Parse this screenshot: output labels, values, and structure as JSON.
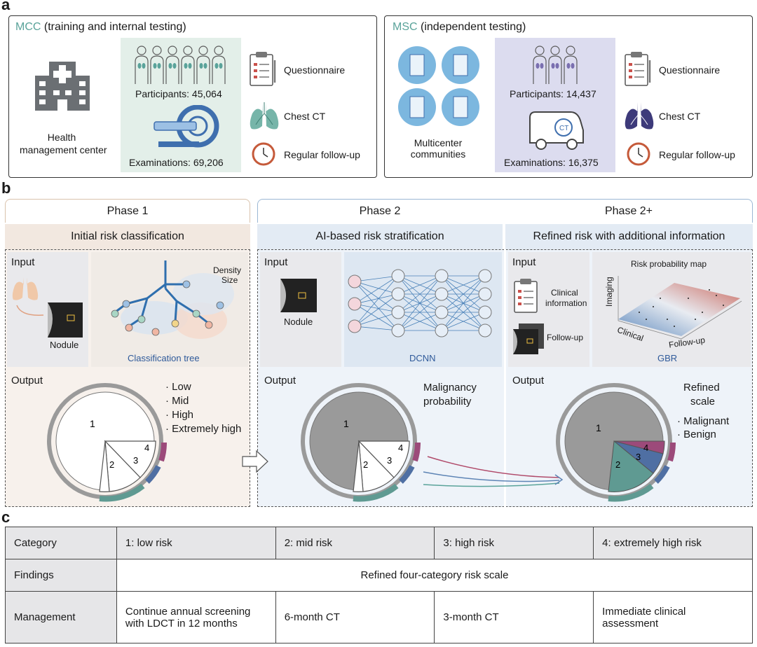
{
  "panel_a": {
    "letter": "a",
    "mcc": {
      "title_colored": "MCC",
      "title_rest": " (training and internal testing)",
      "center_label_1": "Health",
      "center_label_2": "management center",
      "participants": "Participants: 45,064",
      "examinations": "Examinations: 69,206",
      "questionnaire": "Questionnaire",
      "chest_ct": "Chest CT",
      "followup": "Regular follow-up"
    },
    "msc": {
      "title_colored": "MSC",
      "title_rest": " (independent testing)",
      "center_label_1": "Multicenter",
      "center_label_2": "communities",
      "participants": "Participants: 14,437",
      "examinations": "Examinations: 16,375",
      "ct_badge": "CT",
      "questionnaire": "Questionnaire",
      "chest_ct": "Chest CT",
      "followup": "Regular follow-up"
    }
  },
  "panel_b": {
    "letter": "b",
    "phase1": "Phase 1",
    "phase2": "Phase 2",
    "phase2plus": "Phase 2+",
    "sub1": "Initial risk classification",
    "sub2": "AI-based risk stratification",
    "sub3": "Refined risk with additional information",
    "input": "Input",
    "output": "Output",
    "nodule": "Nodule",
    "density": "Density",
    "size": "Size",
    "classification_tree": "Classification tree",
    "dcnn": "DCNN",
    "clinical_information_1": "Clinical",
    "clinical_information_2": "information",
    "follow_up": "Follow-up",
    "risk_map": "Risk probability map",
    "imaging": "Imaging",
    "clinical": "Clinical",
    "follow_up_axis": "Follow-up",
    "gbr": "GBR",
    "levels": [
      "· Low",
      "· Mid",
      "· High",
      "· Extremely high"
    ],
    "malignancy_1": "Malignancy",
    "malignancy_2": "probability",
    "refined_1": "Refined",
    "refined_2": "scale",
    "outcomes": [
      "· Malignant",
      "· Benign"
    ],
    "pie_labels": [
      "1",
      "2",
      "3",
      "4"
    ]
  },
  "panel_c": {
    "letter": "c",
    "rows": [
      {
        "label": "Category",
        "cells": [
          "1: low risk",
          "2: mid risk",
          "3: high risk",
          "4: extremely high risk"
        ]
      },
      {
        "label": "Findings",
        "span": "Refined four-category risk scale"
      },
      {
        "label": "Management",
        "cells": [
          "Continue annual screening with LDCT in 12 months",
          "6-month CT",
          "3-month CT",
          "Immediate clinical assessment"
        ]
      }
    ]
  },
  "colors": {
    "teal": "#5aa39a",
    "mcc_green": "#e3efe9",
    "msc_purple": "#dcdcef",
    "phase1_bg": "#f2e8e0",
    "phase2_bg": "#e3ebf4",
    "cat2": "#5f9a92",
    "cat3": "#4f6fa3",
    "cat4": "#9c4a7a"
  }
}
